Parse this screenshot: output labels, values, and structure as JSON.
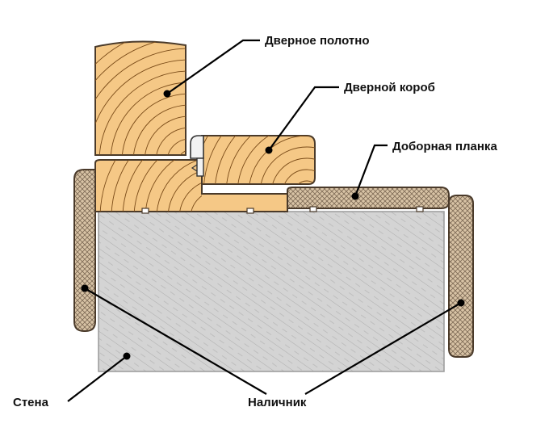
{
  "labels": {
    "door_leaf": "Дверное полотно",
    "door_frame": "Дверной короб",
    "extension_board": "Доборная планка",
    "wall": "Стена",
    "casing": "Наличник"
  },
  "colors": {
    "wood_fill": "#f5c886",
    "wood_grain": "#7a4b18",
    "wall_fill": "#d4d4d4",
    "wall_hatch": "#a8a8a8",
    "trim_fill": "#d8c3a5",
    "trim_hatch": "#7d6a55",
    "outline": "#4a3a2a",
    "seal": "#f2f2f2"
  }
}
